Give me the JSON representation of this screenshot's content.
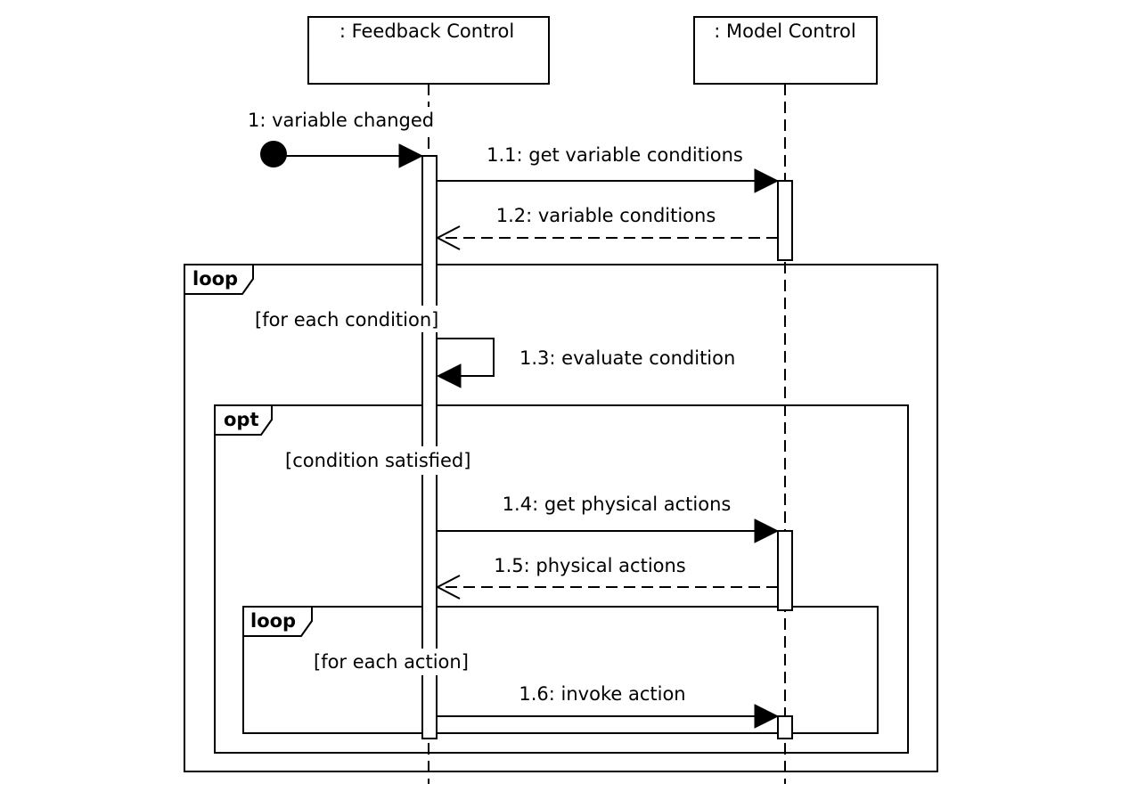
{
  "diagram": {
    "type": "UML sequence diagram",
    "lifelines": [
      {
        "id": "feedback",
        "label": ": Feedback Control"
      },
      {
        "id": "model",
        "label": ": Model Control"
      }
    ],
    "messages": [
      {
        "id": "m1",
        "label": "1: variable changed",
        "from": "found",
        "to": "feedback",
        "kind": "synchronous"
      },
      {
        "id": "m1_1",
        "label": "1.1: get variable conditions",
        "from": "feedback",
        "to": "model",
        "kind": "synchronous"
      },
      {
        "id": "m1_2",
        "label": "1.2: variable conditions",
        "from": "model",
        "to": "feedback",
        "kind": "reply"
      },
      {
        "id": "m1_3",
        "label": "1.3: evaluate condition",
        "from": "feedback",
        "to": "feedback",
        "kind": "self"
      },
      {
        "id": "m1_4",
        "label": "1.4: get physical actions",
        "from": "feedback",
        "to": "model",
        "kind": "synchronous"
      },
      {
        "id": "m1_5",
        "label": "1.5: physical actions",
        "from": "model",
        "to": "feedback",
        "kind": "reply"
      },
      {
        "id": "m1_6",
        "label": "1.6: invoke action",
        "from": "feedback",
        "to": "model",
        "kind": "synchronous"
      }
    ],
    "fragments": [
      {
        "id": "outer_loop",
        "operator": "loop",
        "guard": "[for each condition]"
      },
      {
        "id": "opt",
        "operator": "opt",
        "guard": "[condition satisfied]"
      },
      {
        "id": "inner_loop",
        "operator": "loop",
        "guard": "[for each action]"
      }
    ]
  }
}
